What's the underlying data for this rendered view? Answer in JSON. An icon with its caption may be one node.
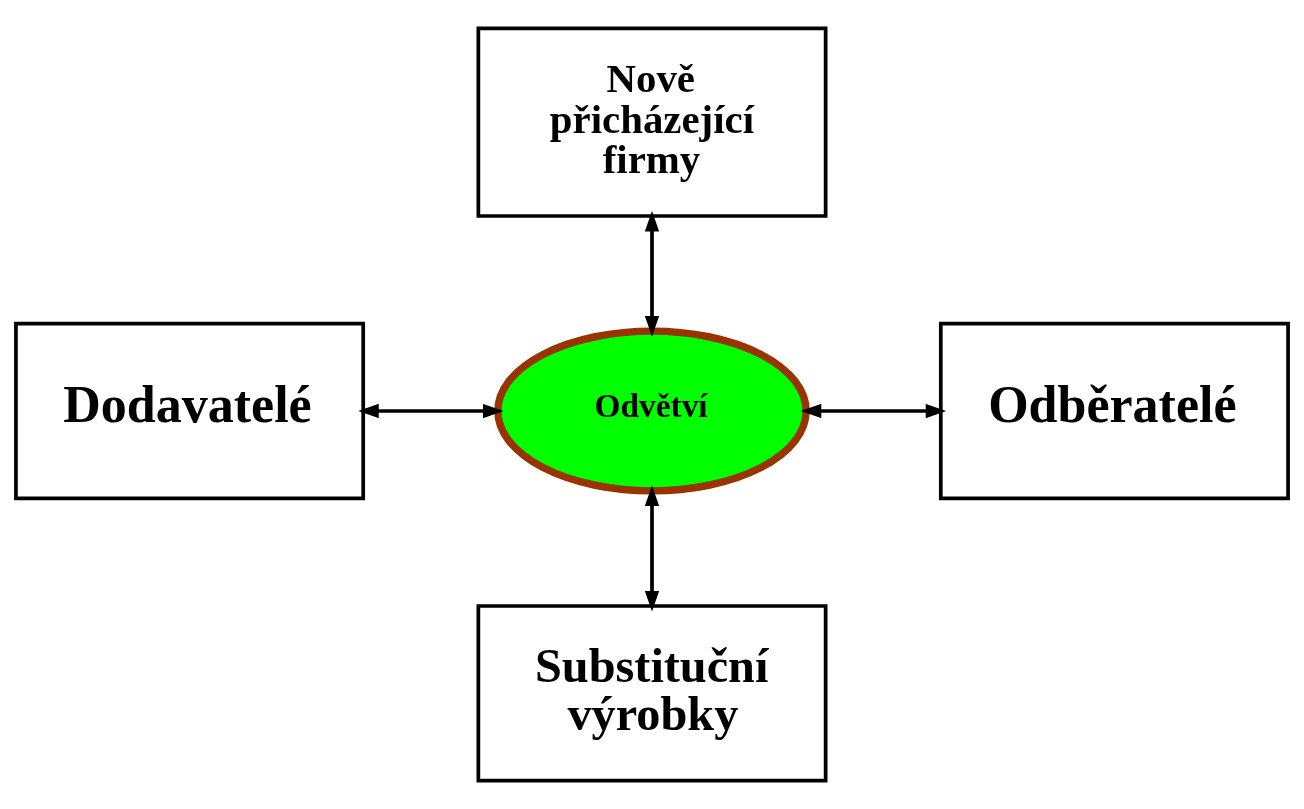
{
  "diagram": {
    "nodes": [
      {
        "text": [
          "Nově přicházející firmy"
        ]
      },
      {
        "text": [
          "Dodavatelé"
        ]
      },
      {
        "text": [
          "Odvětví"
        ]
      },
      {
        "text": [
          "Odběratelé"
        ]
      },
      {
        "text": [
          "Substituční výrobky"
        ]
      }
    ],
    "edges": [
      {
        "from": 0,
        "to": 2,
        "arrow": "both"
      },
      {
        "from": 1,
        "to": 2,
        "arrow": "both"
      },
      {
        "from": 2,
        "to": 3,
        "arrow": "both"
      },
      {
        "from": 2,
        "to": 4,
        "arrow": "both"
      }
    ]
  }
}
